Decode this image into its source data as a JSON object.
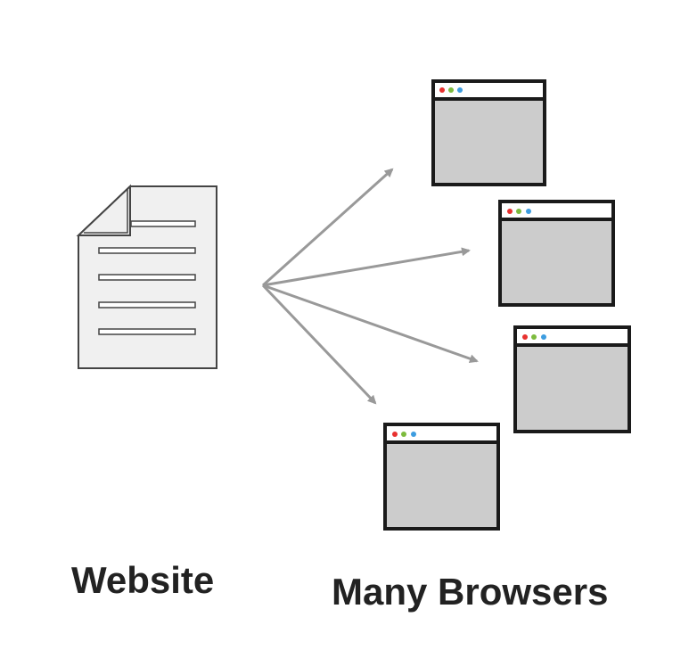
{
  "labels": {
    "website": "Website",
    "browsers": "Many Browsers"
  },
  "icons": {
    "document": "document-icon",
    "browser_window": "browser-window-icon",
    "arrow": "arrow-icon"
  },
  "colors": {
    "document_fill": "#f0f0f0",
    "document_stroke": "#444444",
    "window_stroke": "#1a1a1a",
    "window_content": "#cccccc",
    "window_titlebar": "#ffffff",
    "arrow": "#999999",
    "dot_red": "#e8312f",
    "dot_green": "#7dbb3e",
    "dot_blue": "#3d9de0",
    "text": "#222222"
  },
  "browser_count": 4
}
